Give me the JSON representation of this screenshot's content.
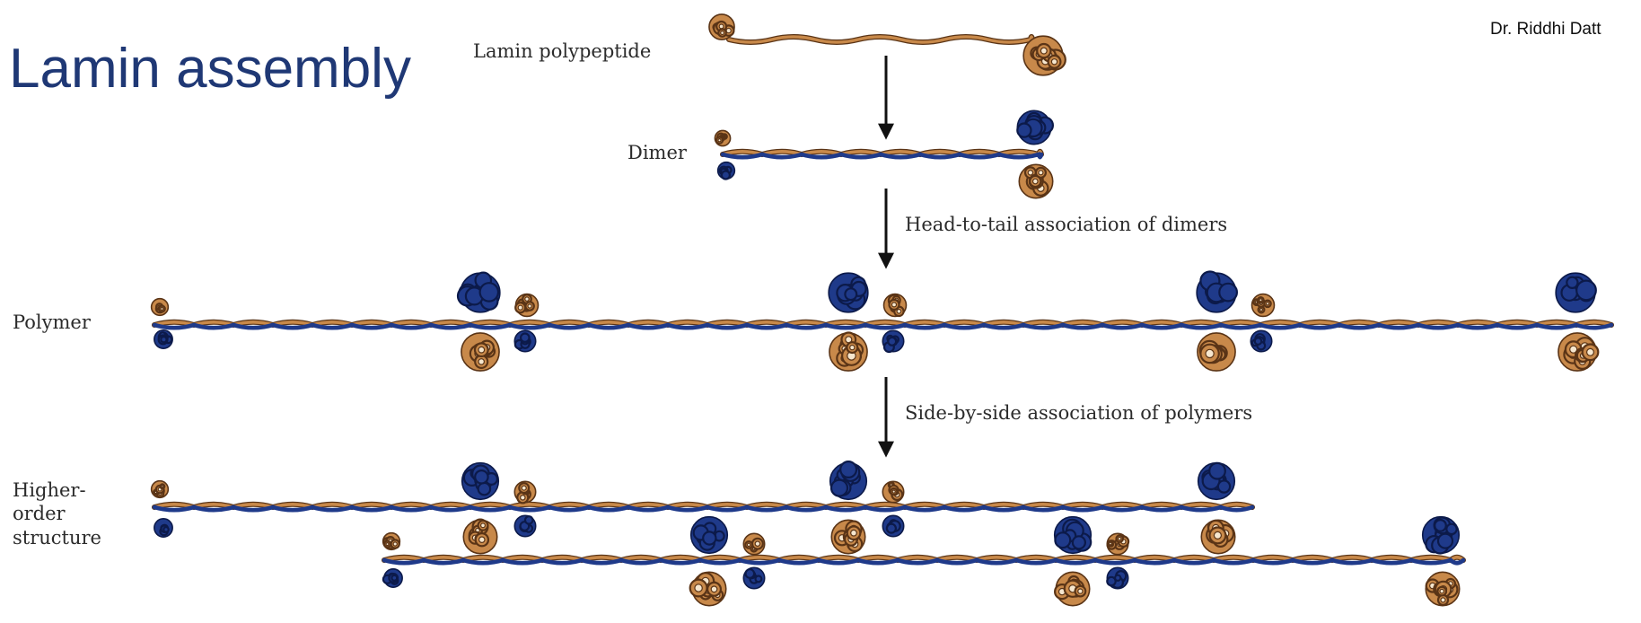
{
  "slide": {
    "title": "Lamin assembly",
    "author": "Dr. Riddhi Datt"
  },
  "diagram": {
    "stage_labels": {
      "monomer": "Lamin polypeptide",
      "dimer": "Dimer",
      "polymer": "Polymer",
      "higher_order": [
        "Higher-",
        "order",
        "structure"
      ]
    },
    "step_labels": {
      "head_to_tail": "Head-to-tail association of dimers",
      "side_by_side": "Side-by-side association of polymers"
    },
    "colors": {
      "chain_a": "#c8894a",
      "chain_a_outline": "#5a3416",
      "chain_b": "#1f3a8a",
      "chain_b_outline": "#0c1a4a",
      "arrow": "#111111",
      "title": "#1f3875"
    }
  }
}
